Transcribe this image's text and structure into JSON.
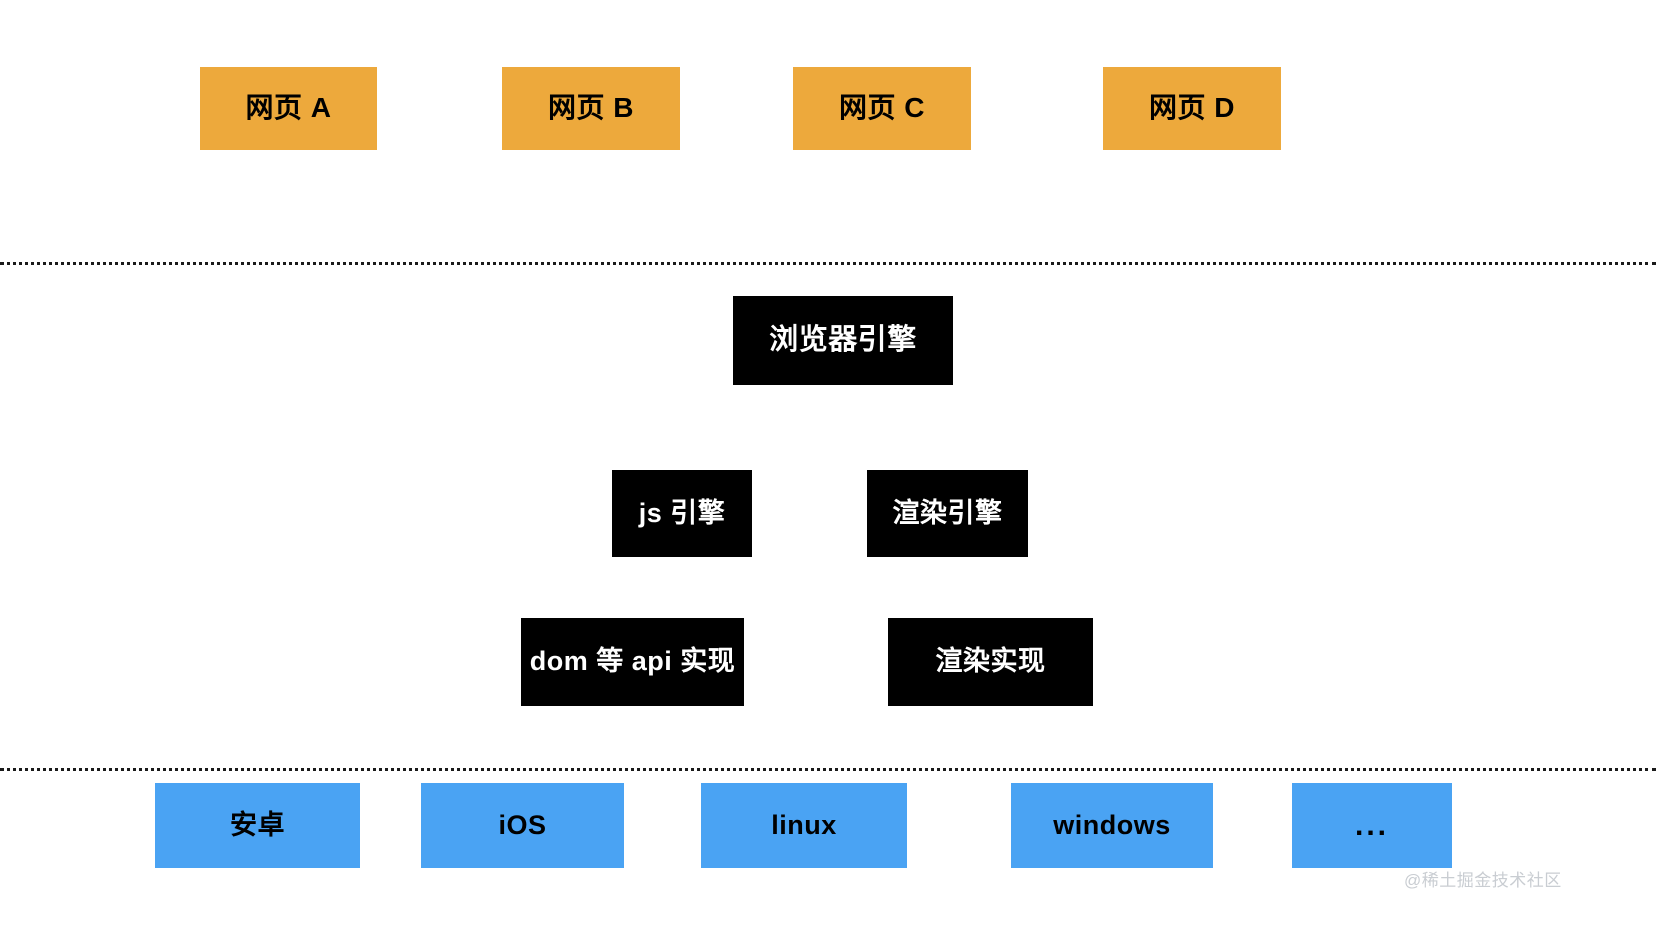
{
  "diagram": {
    "title": "Browser architecture layers",
    "colors": {
      "page_layer": "#eda93c",
      "engine_layer": "#000000",
      "os_layer": "#4aa3f3",
      "divider": "#1a1a1a",
      "background": "#ffffff",
      "watermark": "#c9cdd2"
    },
    "layers": {
      "pages": {
        "name": "web-pages-layer",
        "items": [
          {
            "label": "网页 A"
          },
          {
            "label": "网页 B"
          },
          {
            "label": "网页 C"
          },
          {
            "label": "网页 D"
          }
        ]
      },
      "engine": {
        "name": "browser-engine-layer",
        "root": {
          "label": "浏览器引擎"
        },
        "row2": [
          {
            "label": "js 引擎"
          },
          {
            "label": "渲染引擎"
          }
        ],
        "row3": [
          {
            "label": "dom 等 api 实现"
          },
          {
            "label": "渲染实现"
          }
        ]
      },
      "os": {
        "name": "operating-system-layer",
        "items": [
          {
            "label": "安卓"
          },
          {
            "label": "iOS"
          },
          {
            "label": "linux"
          },
          {
            "label": "windows"
          },
          {
            "label": "..."
          }
        ]
      }
    },
    "dividers": [
      {
        "name": "divider-pages-engine"
      },
      {
        "name": "divider-engine-os"
      }
    ],
    "watermark": {
      "text": "@稀土掘金技术社区"
    }
  }
}
